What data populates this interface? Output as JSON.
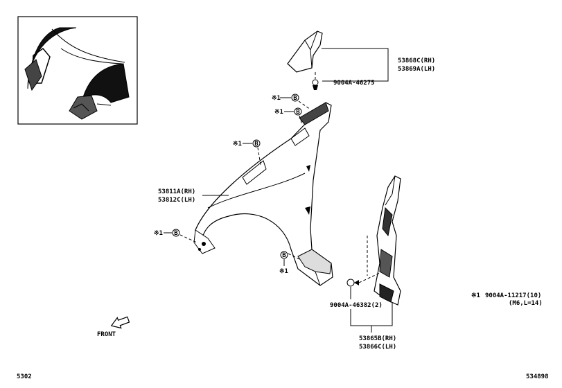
{
  "labels": {
    "mudguard_part_rh": "53868C(RH)",
    "mudguard_part_lh": "53869A(LH)",
    "clip_mudguard": "9004A-46275",
    "fender_part_rh": "53811A(RH)",
    "fender_part_lh": "53812C(LH)",
    "clip_liner": "9004A-46382(2)",
    "liner_part_rh": "53865B(RH)",
    "liner_part_lh": "53866C(LH)",
    "note_marker": "※1",
    "note_bolt_code": "9004A-11217(10)",
    "note_bolt_spec": "(M6,L=14)",
    "front_label": "FRONT",
    "page_code": "5302",
    "diagram_id": "534898",
    "callout_mark": "B"
  },
  "icons": {
    "front_arrow": "front-direction-arrow-icon",
    "bolt": "bolt-callout-icon",
    "clip": "clip-icon"
  }
}
